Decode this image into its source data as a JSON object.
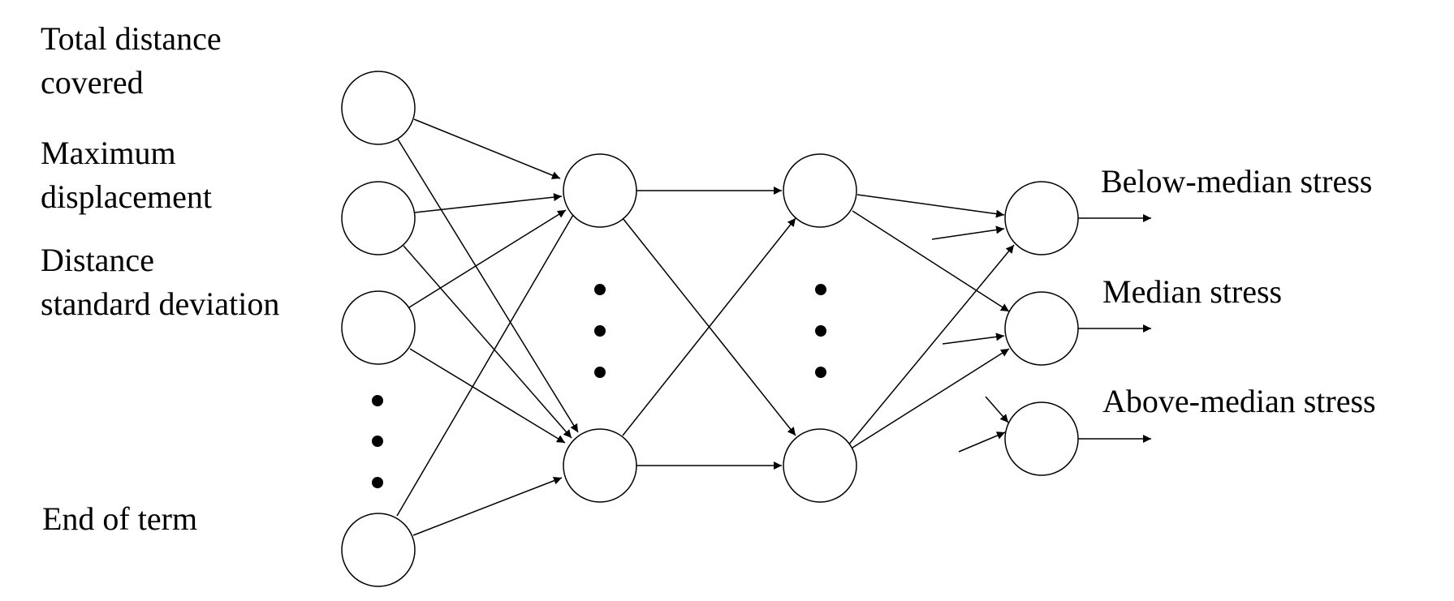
{
  "inputs": [
    {
      "lines": [
        "Total distance",
        "covered"
      ]
    },
    {
      "lines": [
        "Maximum",
        "displacement"
      ]
    },
    {
      "lines": [
        "Distance",
        "standard deviation"
      ]
    },
    {
      "lines": [
        "End of term"
      ]
    }
  ],
  "outputs": [
    {
      "label": "Below-median stress"
    },
    {
      "label": "Median stress"
    },
    {
      "label": "Above-median stress"
    }
  ],
  "colors": {
    "stroke": "#000000",
    "background": "#ffffff"
  }
}
